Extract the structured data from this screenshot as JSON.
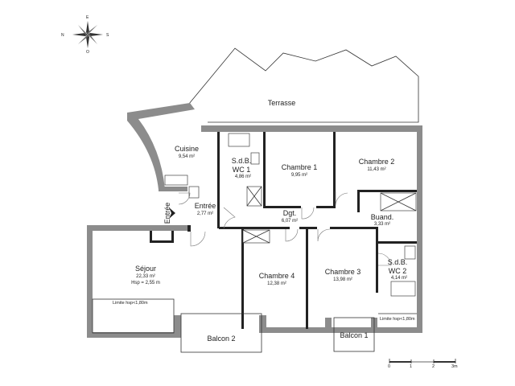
{
  "rooms": {
    "terrasse": {
      "name": "Terrasse"
    },
    "cuisine": {
      "name": "Cuisine",
      "area": "9,54 m²"
    },
    "sdb_wc1": {
      "name_line1": "S.d.B.",
      "name_line2": "WC 1",
      "area": "4,86 m²"
    },
    "chambre1": {
      "name": "Chambre 1",
      "area": "9,95 m²"
    },
    "chambre2": {
      "name": "Chambre 2",
      "area": "11,43 m²"
    },
    "entree": {
      "name": "Entrée",
      "area": "2,77 m²"
    },
    "dgt": {
      "name": "Dgt.",
      "area": "6,07 m²"
    },
    "buand": {
      "name": "Buand.",
      "area": "3,33 m²"
    },
    "sejour": {
      "name": "Séjour",
      "area": "22,33 m²",
      "height": "Hsp = 2,55 m"
    },
    "chambre4": {
      "name": "Chambre 4",
      "area": "12,38 m²"
    },
    "chambre3": {
      "name": "Chambre 3",
      "area": "13,98 m²"
    },
    "sdb_wc2": {
      "name_line1": "S.d.B.",
      "name_line2": "WC 2",
      "area": "4,14 m²"
    },
    "balcon2": {
      "name": "Balcon 2"
    },
    "balcon1": {
      "name": "Balcon 1"
    }
  },
  "annotations": {
    "entry_marker": "Entrée",
    "limite_left": "Limite hsp<1,80m",
    "limite_right": "Limite hsp<1,80m"
  },
  "compass": {
    "north": "N",
    "east": "E",
    "south": "S",
    "west": "O"
  },
  "scale": {
    "ticks": [
      "0",
      "1",
      "2",
      "3m"
    ]
  },
  "colors": {
    "wall": "#8c8c8c",
    "line": "#333333",
    "background": "#ffffff"
  }
}
